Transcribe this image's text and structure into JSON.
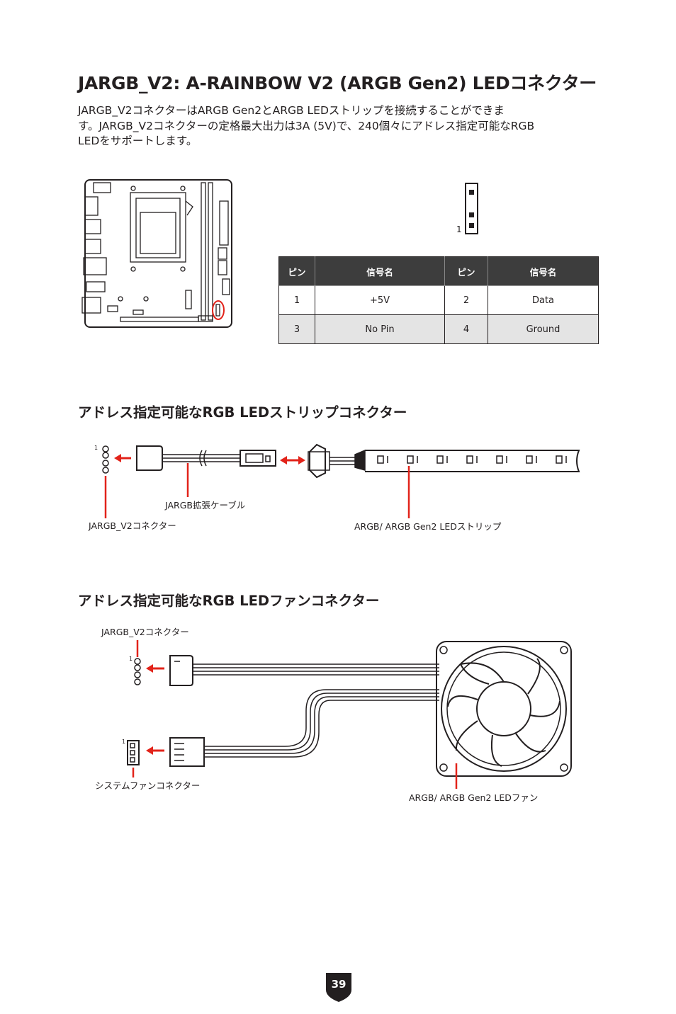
{
  "title": "JARGB_V2: A-RAINBOW V2 (ARGB Gen2) LEDコネクター",
  "intro_lines": [
    "JARGB_V2コネクターはARGB Gen2とARGB LEDストリップを接続することができま",
    "す。JARGB_V2コネクターの定格最大出力は3A (5V)で、240個々にアドレス指定可能なRGB",
    "LEDをサポートします。"
  ],
  "header_pin_label": "1",
  "pin_table": {
    "headers": [
      "ピン",
      "信号名",
      "ピン",
      "信号名"
    ],
    "rows": [
      [
        "1",
        "+5V",
        "2",
        "Data"
      ],
      [
        "3",
        "No Pin",
        "4",
        "Ground"
      ]
    ]
  },
  "strip_section": {
    "heading": "アドレス指定可能なRGB LEDストリップコネクター",
    "pin1": "1",
    "cable_label": "JARGB拡張ケーブル",
    "connector_label": "JARGB_V2コネクター",
    "strip_label": "ARGB/ ARGB Gen2 LEDストリップ"
  },
  "fan_section": {
    "heading": "アドレス指定可能なRGB LEDファンコネクター",
    "connector_label": "JARGB_V2コネクター",
    "pin1_top": "1",
    "pin1_bottom": "1",
    "sys_fan_label": "システムファンコネクター",
    "fan_label": "ARGB/ ARGB Gen2 LEDファン"
  },
  "page_number": "39",
  "colors": {
    "accent_red": "#e2231a",
    "table_header": "#3d3d3d",
    "table_alt_row": "#e4e4e4"
  }
}
